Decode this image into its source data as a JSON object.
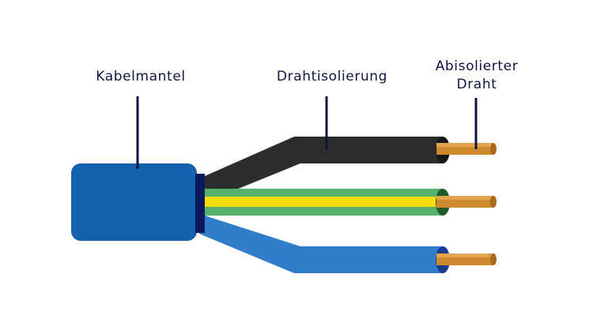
{
  "labels": {
    "cable_jacket": "Kabelmantel",
    "wire_insulation": "Drahtisolierung",
    "stripped_wire_line1": "Abisolierter",
    "stripped_wire_line2": "Draht"
  },
  "colors": {
    "jacket": "#1561ad",
    "jacket_collar": "#0a1a5c",
    "wire_black": "#2b2d2f",
    "wire_green": "#55b26b",
    "wire_green_stripe": "#f5dd0c",
    "wire_blue": "#327ccc",
    "copper": "#d08a2e",
    "copper_end": "#a8691c",
    "leader_line": "#0e1540",
    "label_text": "#0e1540"
  }
}
